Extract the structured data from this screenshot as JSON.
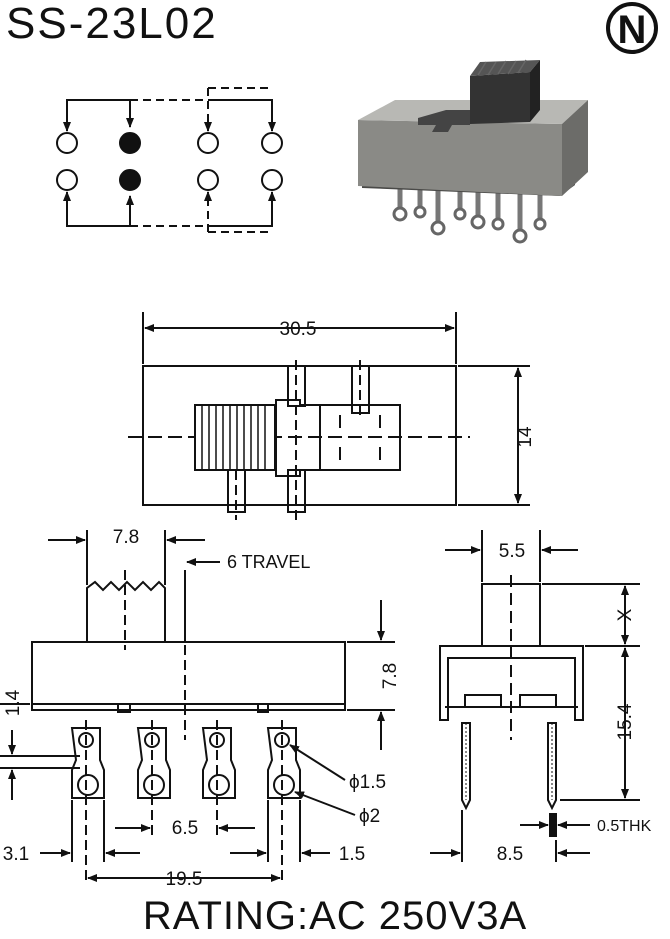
{
  "title": "SS-23L02",
  "logo": {
    "letter": "N",
    "icon": "n-logo-icon"
  },
  "rating": "RATING:AC 250V3A",
  "top_view": {
    "width": "30.5",
    "height": "14"
  },
  "front_view": {
    "actuator_width": "7.8",
    "travel": "6 TRAVEL",
    "body_height": "7.8",
    "pin_offset": "1.4",
    "hole_small": "ϕ1.5",
    "hole_large": "ϕ2",
    "pitch": "6.5",
    "left_margin": "3.1",
    "right_margin": "1.5",
    "pin_span": "19.5"
  },
  "side_view": {
    "actuator_width": "5.5",
    "actuator_height": "X",
    "total_height": "15.4",
    "pin_span": "8.5",
    "thickness": "0.5THK"
  },
  "colors": {
    "ink": "#111111",
    "body": "#8a8a86",
    "body_dark": "#4a4a48",
    "background": "#ffffff"
  }
}
